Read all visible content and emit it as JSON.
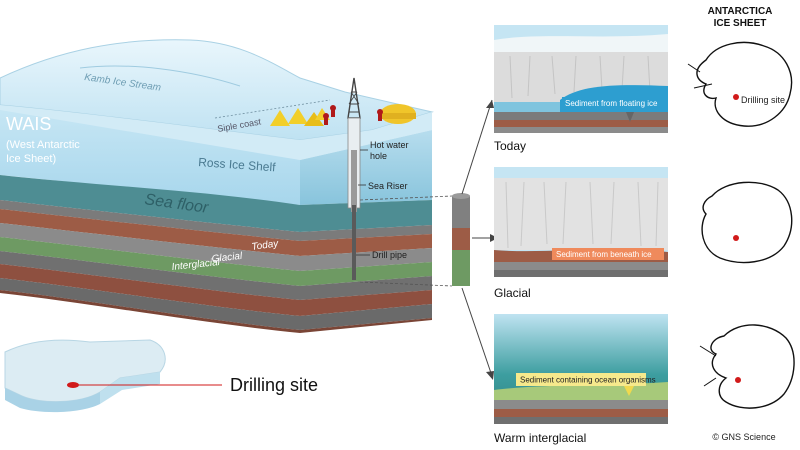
{
  "block": {
    "kamb": "Kamb Ice Stream",
    "siple": "Siple coast",
    "wais_title": "WAIS",
    "wais_line1": "(West Antarctic",
    "wais_line2": "Ice Sheet)",
    "ross": "Ross Ice Shelf",
    "sea_floor": "Sea floor",
    "today": "Today",
    "glacial": "Glacial",
    "interglacial": "Interglacial",
    "hot_water_1": "Hot water",
    "hot_water_2": "hole",
    "sea_riser": "Sea Riser",
    "drill_pipe": "Drill pipe"
  },
  "map": {
    "drilling_site": "Drilling site"
  },
  "scenarios": [
    {
      "caption": "Today",
      "sediment": "Sediment from floating ice"
    },
    {
      "caption": "Glacial",
      "sediment": "Sediment from beneath ice"
    },
    {
      "caption": "Warm interglacial",
      "sediment": "Sediment containing ocean organisms"
    }
  ],
  "continent": {
    "title_1": "ANTARCTICA",
    "title_2": "ICE SHEET",
    "site_label": "Drilling site"
  },
  "credit": "© GNS Science",
  "colors": {
    "ice_top": "#dceff8",
    "ice_front": "#b8dff0",
    "sea_floor": "#4f8e94",
    "brown": "#9c5a44",
    "green": "#6d9a62",
    "grey": "#6f6f6f",
    "sediment_label": "#ef8a5c",
    "highlight": "#f6e98c",
    "site_marker": "#d11a1a"
  }
}
